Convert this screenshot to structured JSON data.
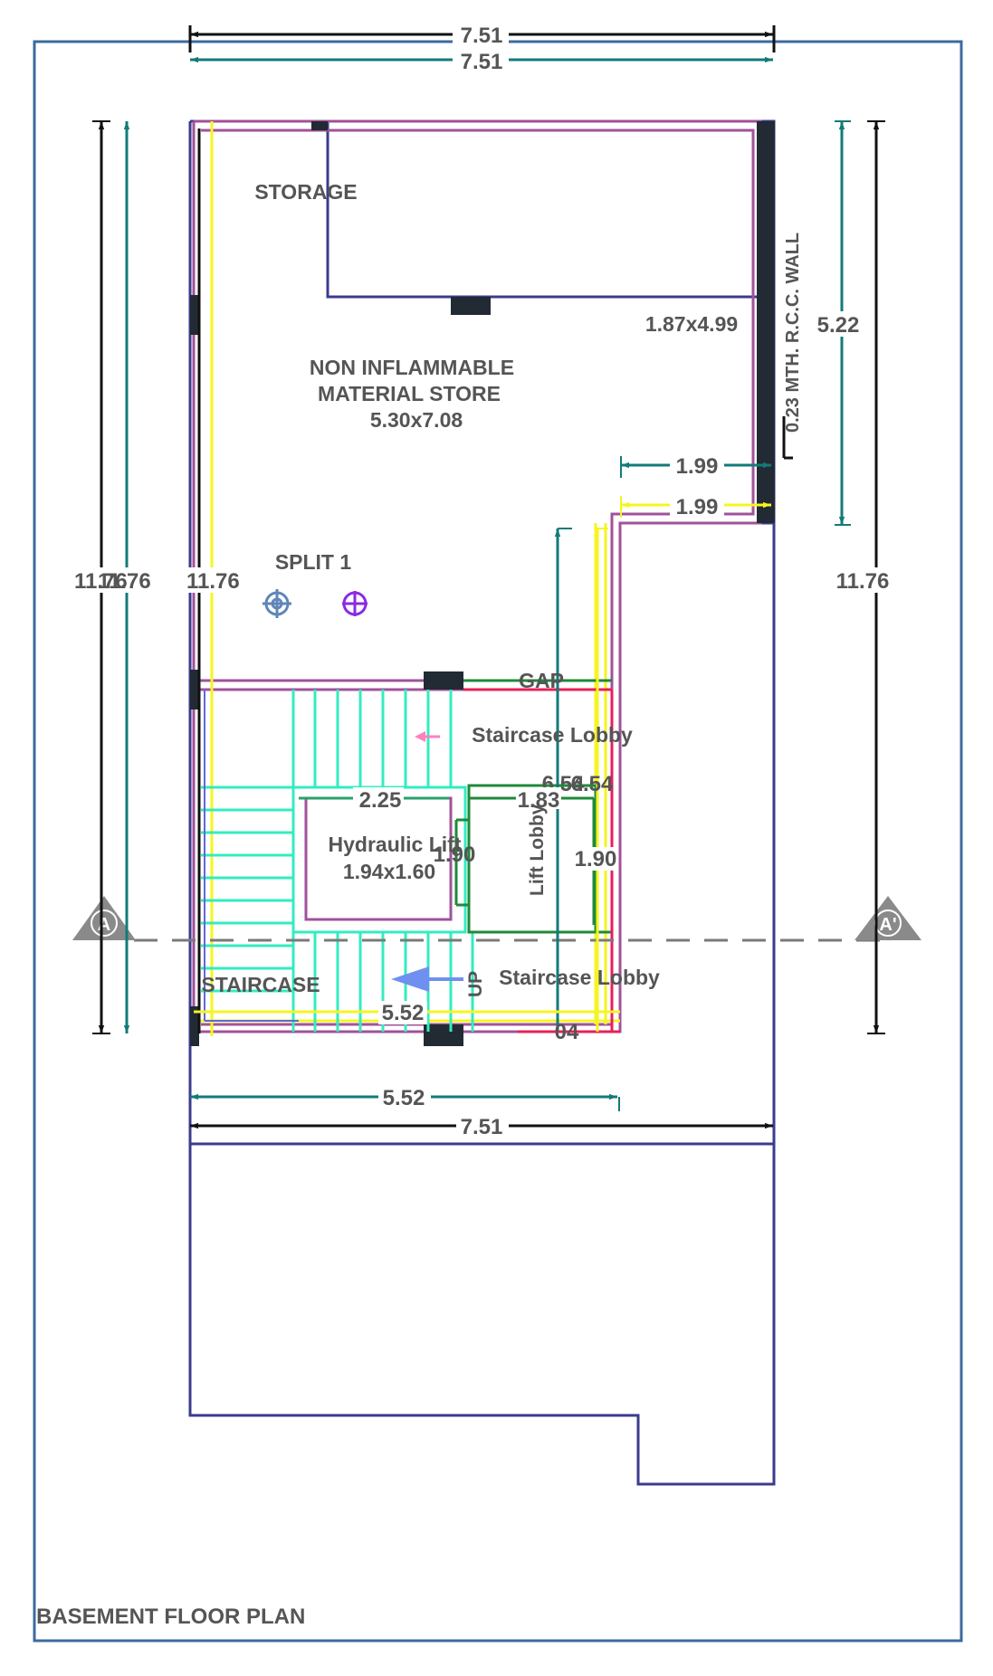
{
  "drawing": {
    "title": "BASEMENT FLOOR PLAN"
  },
  "rooms": {
    "storage": "STORAGE",
    "store_name_1": "NON INFLAMMABLE",
    "store_name_2": "MATERIAL STORE",
    "store_size": "5.30x7.08",
    "split": "SPLIT 1",
    "gap": "GAP",
    "staircase_lobby_top": "Staircase Lobby",
    "staircase_lobby_bottom": "Staircase Lobby",
    "lift_name": "Hydraulic Lift",
    "lift_size": "1.94x1.60",
    "lift_lobby": "Lift Lobby",
    "staircase": "STAIRCASE",
    "up": "UP"
  },
  "dimensions": {
    "top_width_1": "7.51",
    "top_width_2": "7.51",
    "left_height_outer": "11.76",
    "left_height_inner": "11.76",
    "left_height_wall": "11.76",
    "right_height": "11.76",
    "right_upper": "5.22",
    "store_annex": "1.87x4.99",
    "wall_note": "0.23 MTH. R.C.C. WALL",
    "offset_1": "1.99",
    "offset_2": "1.99",
    "lobby_1": "6.54",
    "lobby_2": "6.54",
    "stair_width": "2.25",
    "lift_lobby_width": "1.83",
    "lift_side": "1.90",
    "lift_lobby_height": "1.90",
    "stair_length": "5.52",
    "small_gap": "04",
    "bottom_5_52": "5.52",
    "bottom_7_51": "7.51"
  },
  "section_markers": {
    "left": "A",
    "right": "A'"
  },
  "colors": {
    "border": "#3d6aa0",
    "navy": "#3b3b8f",
    "magenta": "#a0529a",
    "yellow": "#f5f520",
    "teal": "#137a7a",
    "black": "#111111",
    "stair": "#33ecc0",
    "green": "#1f8a3a",
    "red": "#e81f5a",
    "grey": "#7a7a7a",
    "text": "#555555"
  }
}
